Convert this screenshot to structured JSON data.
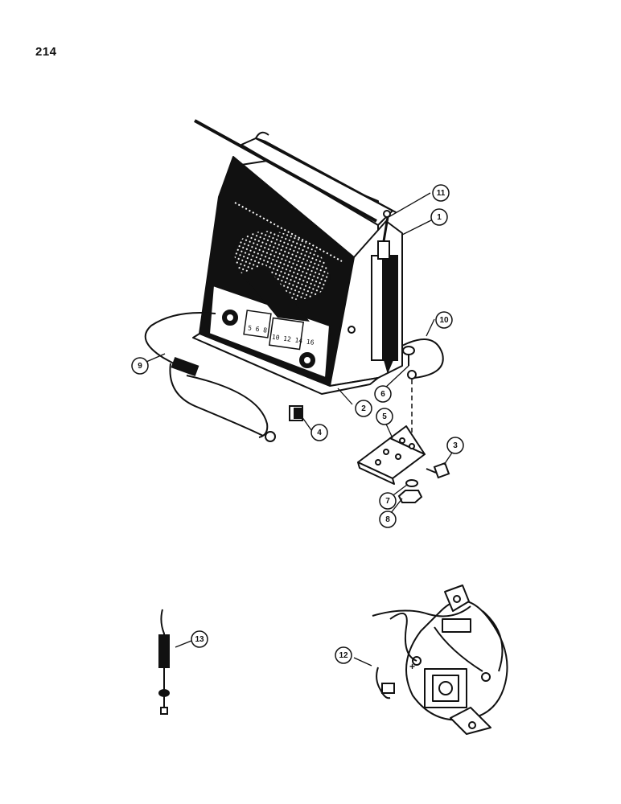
{
  "page": {
    "number": "214"
  },
  "callouts": [
    {
      "id": "1",
      "label": "1"
    },
    {
      "id": "2",
      "label": "2"
    },
    {
      "id": "3",
      "label": "3"
    },
    {
      "id": "4",
      "label": "4"
    },
    {
      "id": "5",
      "label": "5"
    },
    {
      "id": "6",
      "label": "6"
    },
    {
      "id": "7",
      "label": "7"
    },
    {
      "id": "8",
      "label": "8"
    },
    {
      "id": "9",
      "label": "9"
    },
    {
      "id": "10",
      "label": "10"
    },
    {
      "id": "11",
      "label": "11"
    },
    {
      "id": "12",
      "label": "12"
    },
    {
      "id": "13",
      "label": "13"
    }
  ],
  "radio_dial": {
    "am_scale": "5 6 8",
    "fm_scale": "10 12 14 16"
  },
  "colors": {
    "ink": "#111111",
    "paper": "#ffffff"
  }
}
